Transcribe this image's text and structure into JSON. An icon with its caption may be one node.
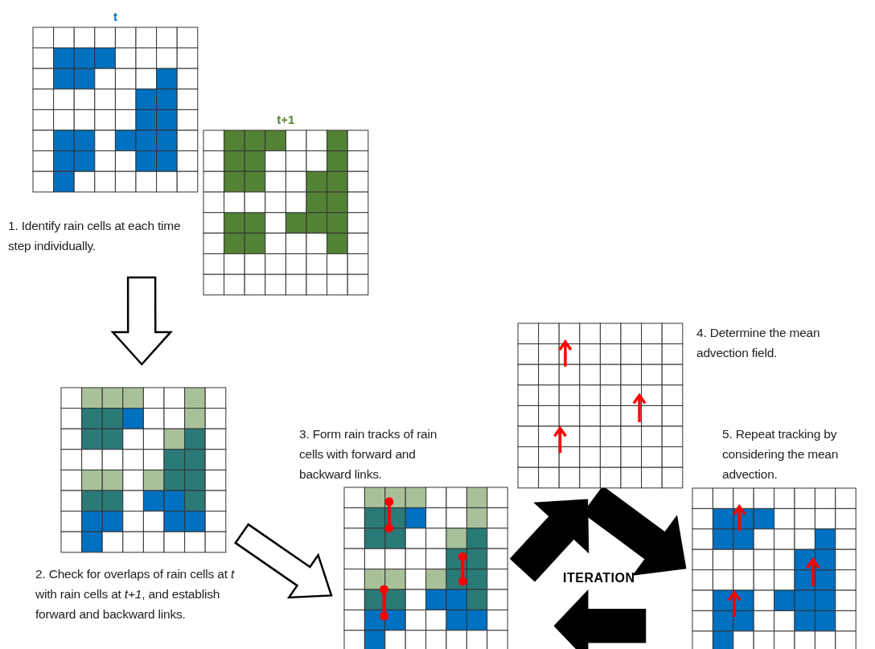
{
  "diagram": {
    "nodes": [
      {
        "text": [
          "t"
        ]
      },
      {
        "text": [
          "t+1"
        ]
      },
      {
        "text": [
          "1. Identify rain cells at each time step individually."
        ]
      },
      {
        "text": [],
        "shape": "grid",
        "beside": [
          "2. Check for overlaps of rain cells at *t* with rain cells at *t+1*, and establish forward and backward links."
        ]
      },
      {
        "text": [],
        "shape": "grid",
        "beside": [
          "3. Form rain tracks of rain cells with forward and backward links."
        ]
      },
      {
        "text": [],
        "shape": "grid",
        "beside": [
          "4. Determine the mean advection field."
        ]
      },
      {
        "text": [],
        "shape": "grid",
        "beside": [
          "5. Repeat tracking by considering the mean advection."
        ]
      }
    ],
    "edges": [
      {
        "from": 2,
        "to": 3,
        "arrow": "to",
        "color": "#ffffff"
      },
      {
        "from": 3,
        "to": 4,
        "arrow": "to",
        "color": "#ffffff"
      },
      {
        "from": 4,
        "to": 5,
        "arrow": "to"
      },
      {
        "from": 5,
        "to": 6,
        "arrow": "to"
      },
      {
        "from": 6,
        "to": 4,
        "arrow": "to"
      }
    ],
    "labels": [
      "ITERATION"
    ]
  }
}
